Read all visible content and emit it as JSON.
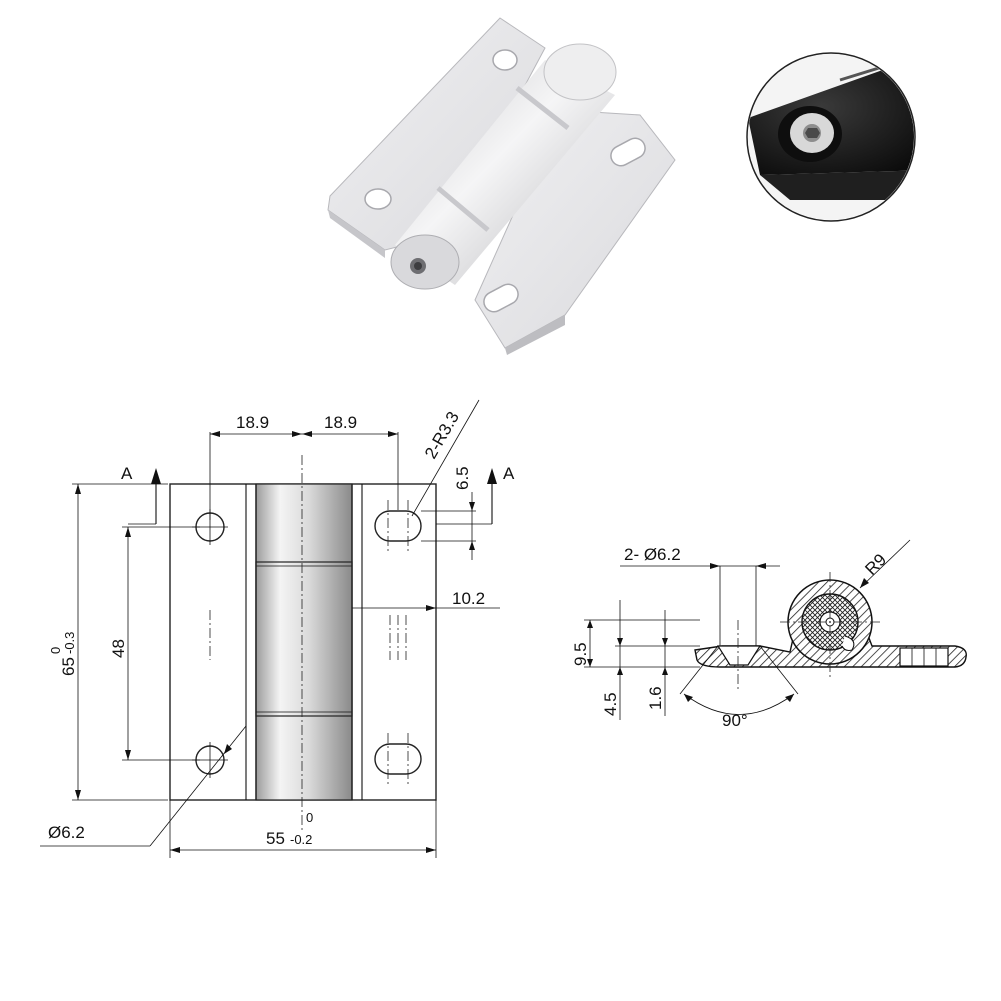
{
  "drawing": {
    "front_view": {
      "dim_pitch_left": "18.9",
      "dim_pitch_right": "18.9",
      "dim_slot_radius": "2-R3.3",
      "dim_slot_offset": "6.5",
      "dim_section_mark_left": "A",
      "dim_section_mark_right": "A",
      "dim_hole_spacing": "48",
      "dim_height": "65",
      "dim_height_tol_upper": "0",
      "dim_height_tol_lower": "-0.3",
      "dim_knuckle_offset": "10.2",
      "dim_hole_diameter": "Ø6.2",
      "dim_width": "55",
      "dim_width_tol_upper": "0",
      "dim_width_tol_lower": "-0.2"
    },
    "section_view": {
      "dim_holes": "2- Ø6.2",
      "dim_radius": "R9",
      "dim_height": "9.5",
      "dim_thickness": "1.6",
      "dim_leaf": "4.5",
      "dim_countersink_angle": "90°"
    }
  },
  "colors": {
    "line": "#111111",
    "metal_light": "#e9e9eb",
    "metal_mid": "#d3d3d6",
    "metal_dark": "#a9a9ad",
    "photo_black": "#141414"
  }
}
